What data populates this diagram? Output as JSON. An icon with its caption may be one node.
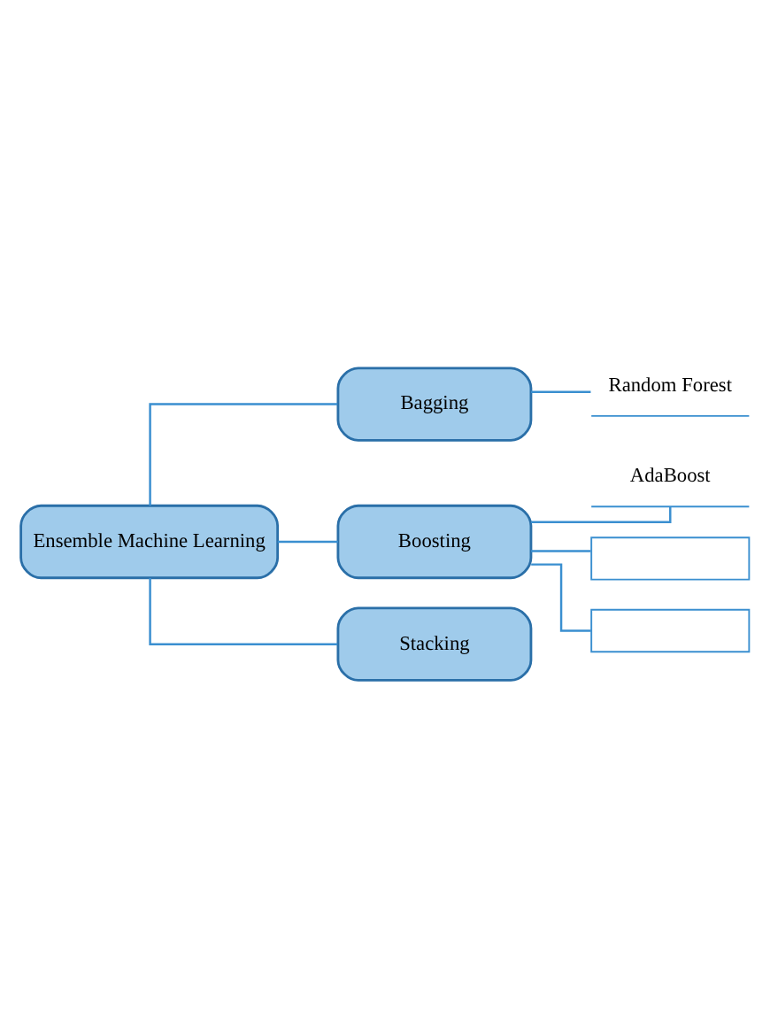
{
  "diagram": {
    "nodes": [
      {
        "text": [
          "Ensemble Machine Learning"
        ]
      },
      {
        "text": [
          "Bagging"
        ]
      },
      {
        "text": [
          "Random Forest"
        ]
      },
      {
        "text": [
          "Boosting"
        ]
      },
      {
        "text": [
          "AdaBoost"
        ]
      },
      {
        "text": [],
        "shape": "box"
      },
      {
        "text": [],
        "shape": "box"
      },
      {
        "text": [
          "Stacking"
        ]
      }
    ],
    "edges": [
      {
        "from": 0,
        "to": 1,
        "arrow": "none"
      },
      {
        "from": 1,
        "to": 2,
        "arrow": "none"
      },
      {
        "from": 0,
        "to": 3,
        "arrow": "none"
      },
      {
        "from": 3,
        "to": 4,
        "arrow": "none"
      },
      {
        "from": 3,
        "to": 5,
        "arrow": "none"
      },
      {
        "from": 3,
        "to": 6,
        "arrow": "none"
      },
      {
        "from": 0,
        "to": 7,
        "arrow": "none"
      }
    ]
  }
}
